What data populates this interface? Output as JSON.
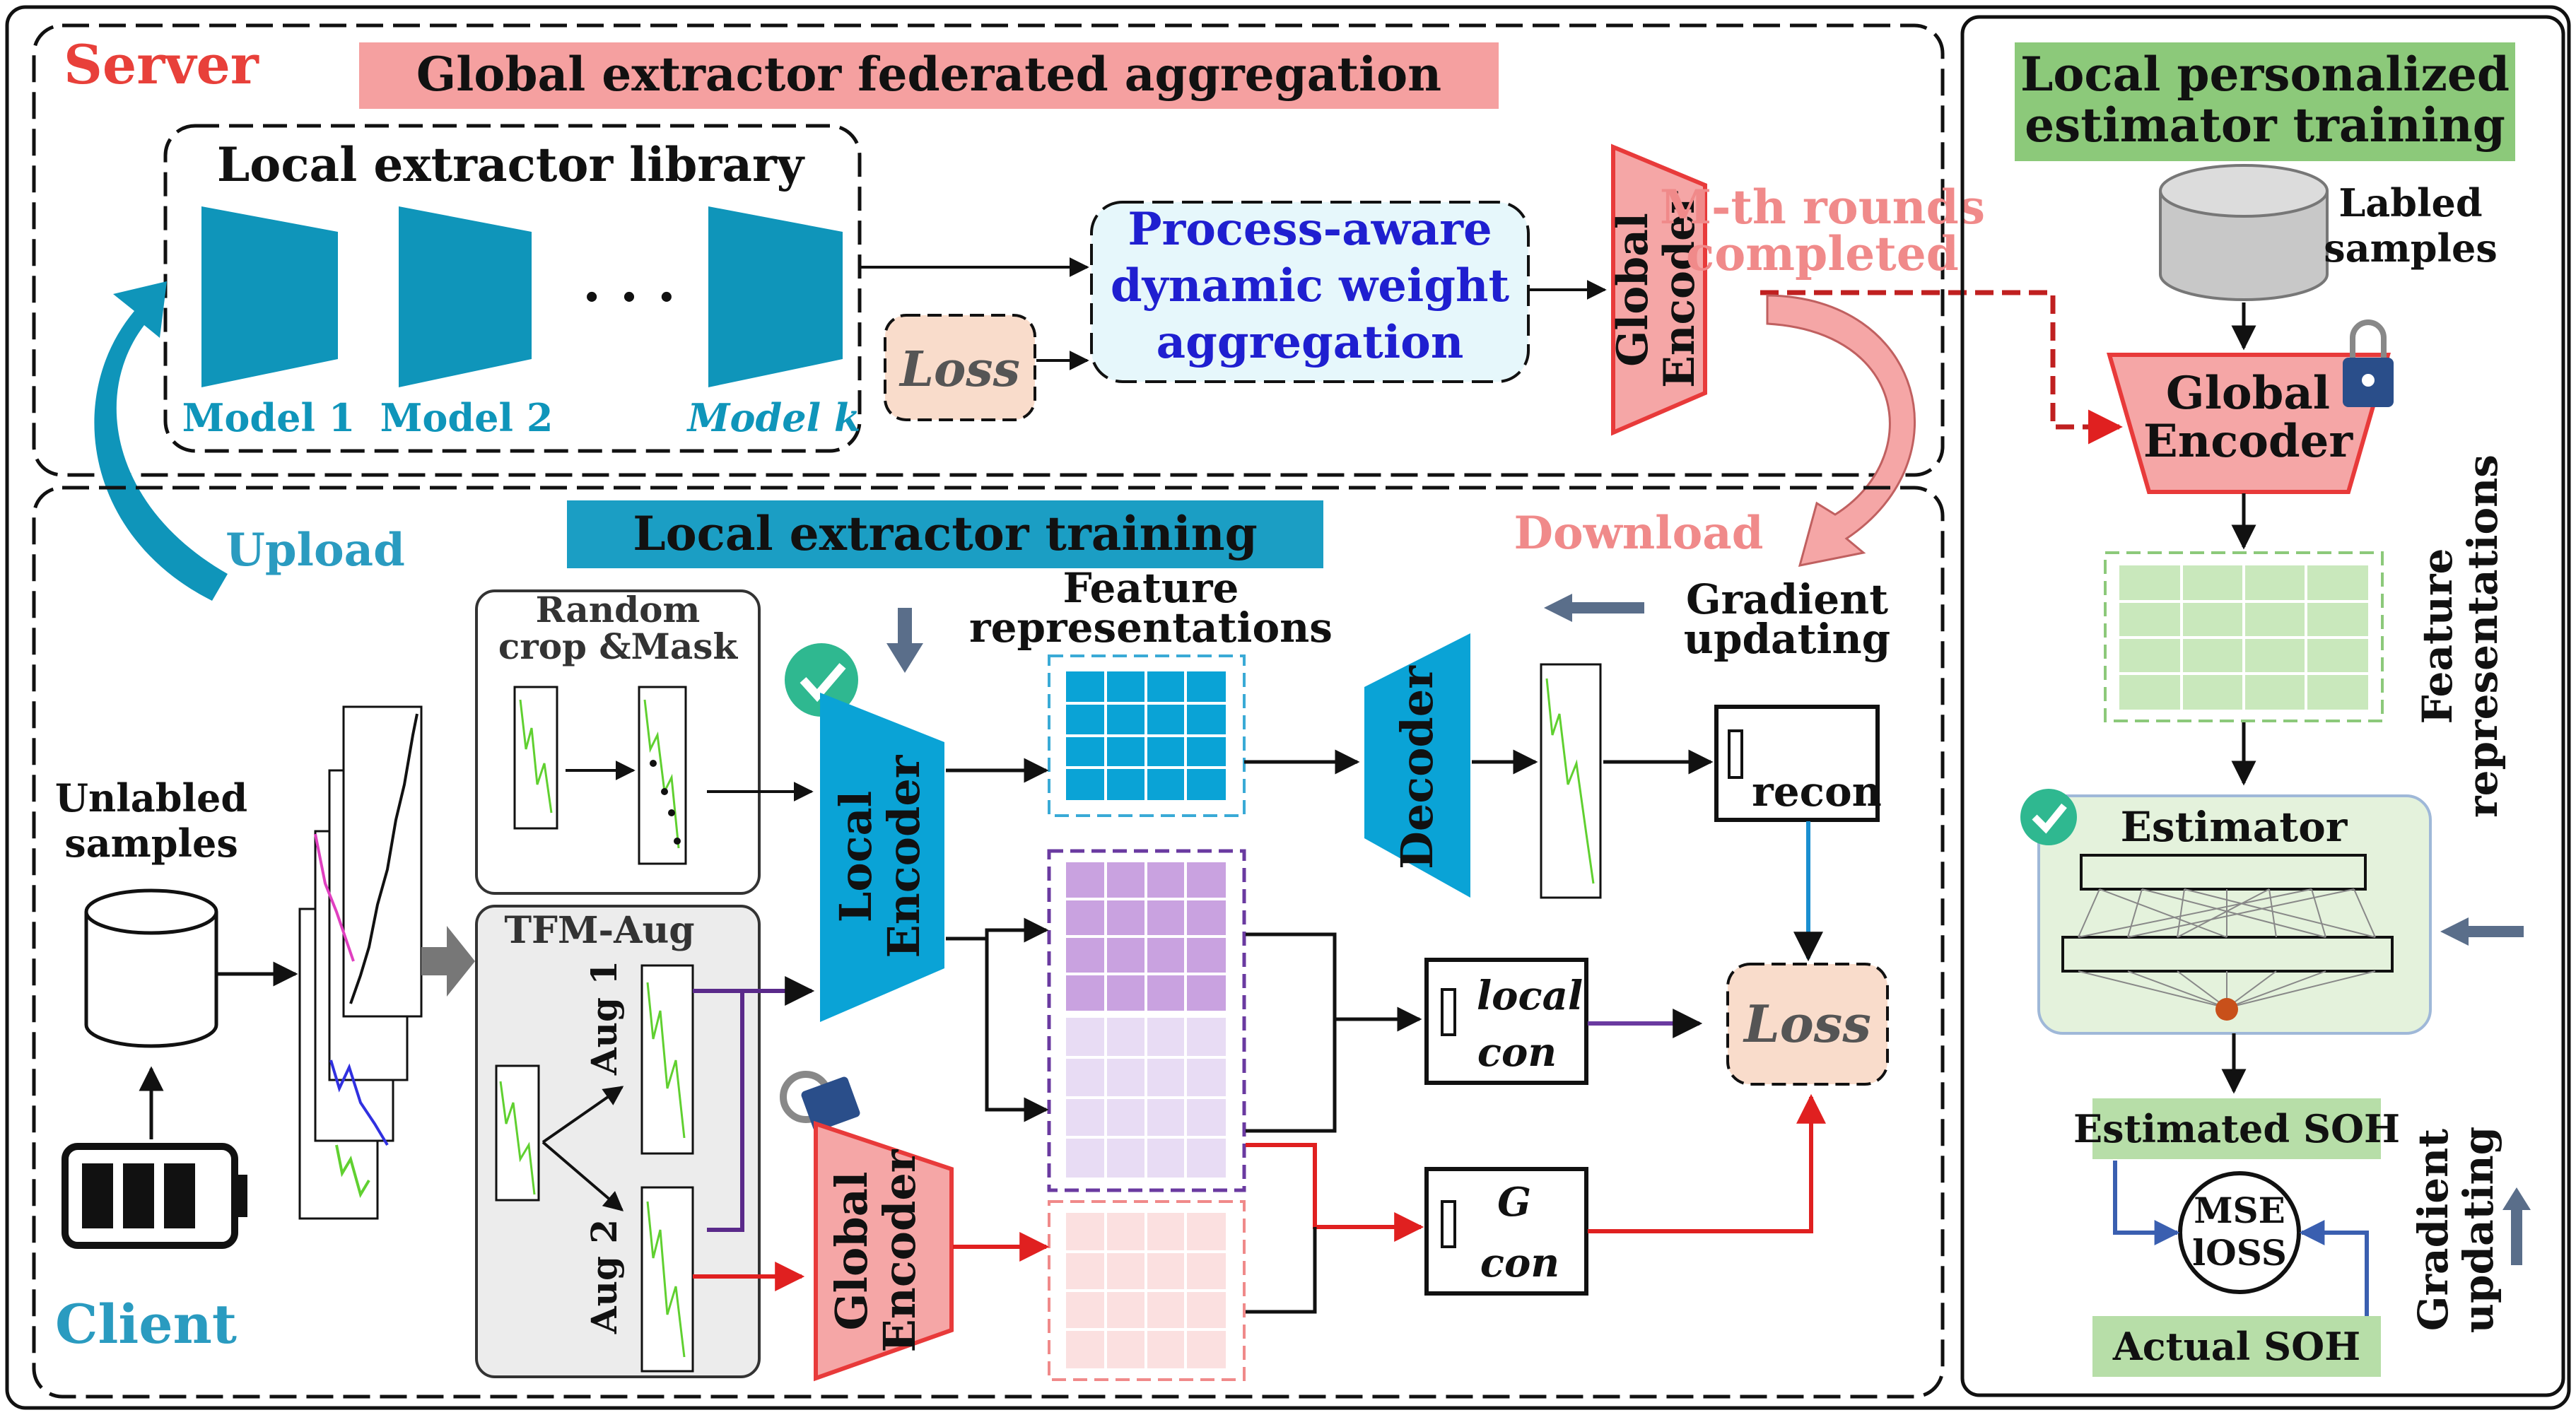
{
  "colors": {
    "server_red": "#e8403a",
    "client_blue": "#2a9bc0",
    "model_teal": "#0f95ba",
    "encoder_blue": "#0aa3d6",
    "global_pink": "#f5a6a6",
    "global_border": "#e83a3a",
    "pink_text": "#f08a8a",
    "green_box": "#9fd08c",
    "purple": "#b87fd6",
    "process_text": "#1f1fd0",
    "loss_fill": "#f9dccb"
  },
  "server": {
    "label": "Server",
    "title": "Global extractor federated aggregation",
    "library_title": "Local extractor library",
    "models": [
      "Model 1",
      "Model 2",
      "Model k"
    ],
    "ellipsis": ". . .",
    "loss": "Loss",
    "process_box": [
      "Process-aware",
      "dynamic weight",
      "aggregation"
    ],
    "global_encoder": [
      "Global",
      "Encoder"
    ],
    "rounds": [
      "M-th rounds",
      "completed"
    ],
    "upload": "Upload",
    "download": "Download"
  },
  "client": {
    "label": "Client",
    "title": "Local extractor training",
    "unlabeled": [
      "Unlabled",
      "samples"
    ],
    "crop_title": [
      "Random",
      "crop &Mask"
    ],
    "tfm_title": "TFM-Aug",
    "aug1": "Aug 1",
    "aug2": "Aug 2",
    "local_encoder": [
      "Local",
      "Encoder"
    ],
    "global_encoder": [
      "Global",
      "Encoder"
    ],
    "decoder": "Decoder",
    "feature_title": [
      "Feature",
      "representations"
    ],
    "gradient": [
      "Gradient",
      "updating"
    ],
    "recon": "recon",
    "local_con": [
      "local",
      "con"
    ],
    "g_con": [
      "G",
      "con"
    ],
    "loss": "Loss"
  },
  "right": {
    "title": [
      "Local personalized",
      "estimator training"
    ],
    "labeled": [
      "Labled",
      "samples"
    ],
    "global_encoder": [
      "Global",
      "Encoder"
    ],
    "feature": [
      "Feature",
      "representations"
    ],
    "estimator": "Estimator",
    "estimated": "Estimated SOH",
    "mse": [
      "MSE",
      "lOSS"
    ],
    "actual": "Actual SOH",
    "gradient": [
      "Gradient",
      "updating"
    ]
  }
}
